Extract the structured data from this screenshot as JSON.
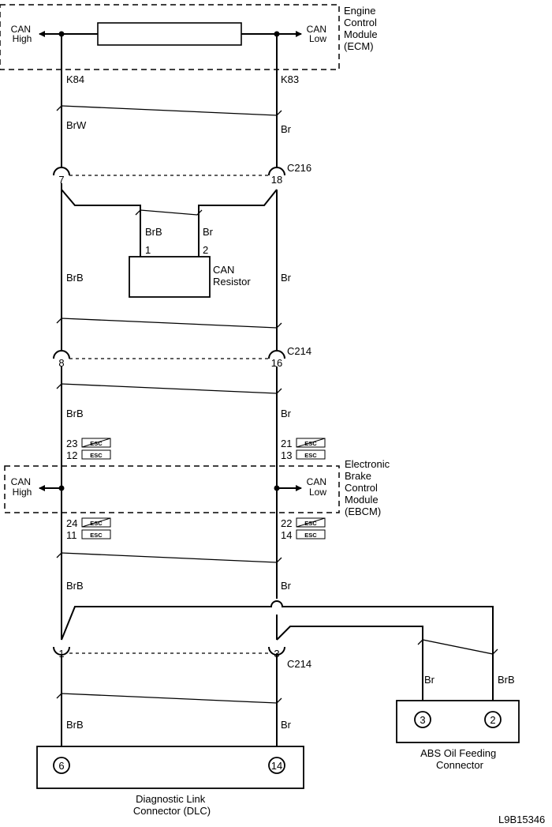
{
  "ecm": {
    "name_lines": [
      "Engine",
      "Control",
      "Module",
      "(ECM)"
    ],
    "can_high_lines": [
      "CAN",
      "High"
    ],
    "can_low_lines": [
      "CAN",
      "Low"
    ],
    "pin_left": "K84",
    "pin_right": "K83"
  },
  "wires": {
    "brw": "BrW",
    "br": "Br",
    "brb": "BrB"
  },
  "c216": {
    "name": "C216",
    "pin_left": "7",
    "pin_right": "18"
  },
  "resistor": {
    "name_lines": [
      "CAN",
      "Resistor"
    ],
    "pin1": "1",
    "pin2": "2"
  },
  "c214_upper": {
    "name": "C214",
    "pin_left": "8",
    "pin_right": "16"
  },
  "ebcm": {
    "name_lines": [
      "Electronic",
      "Brake",
      "Control",
      "Module",
      "(EBCM)"
    ],
    "can_high_lines": [
      "CAN",
      "High"
    ],
    "can_low_lines": [
      "CAN",
      "Low"
    ],
    "esc_label": "ESC",
    "upper_left_pins": [
      "23",
      "12"
    ],
    "upper_right_pins": [
      "21",
      "13"
    ],
    "lower_left_pins": [
      "24",
      "11"
    ],
    "lower_right_pins": [
      "22",
      "14"
    ]
  },
  "c214_lower": {
    "name": "C214",
    "pin_left": "1",
    "pin_right": "3"
  },
  "abs_connector": {
    "name_lines": [
      "ABS Oil Feeding",
      "Connector"
    ],
    "pin_left": "3",
    "pin_right": "2"
  },
  "dlc": {
    "name_lines": [
      "Diagnostic Link",
      "Connector (DLC)"
    ],
    "pin_left": "6",
    "pin_right": "14"
  },
  "figure_id": "L9B15346"
}
